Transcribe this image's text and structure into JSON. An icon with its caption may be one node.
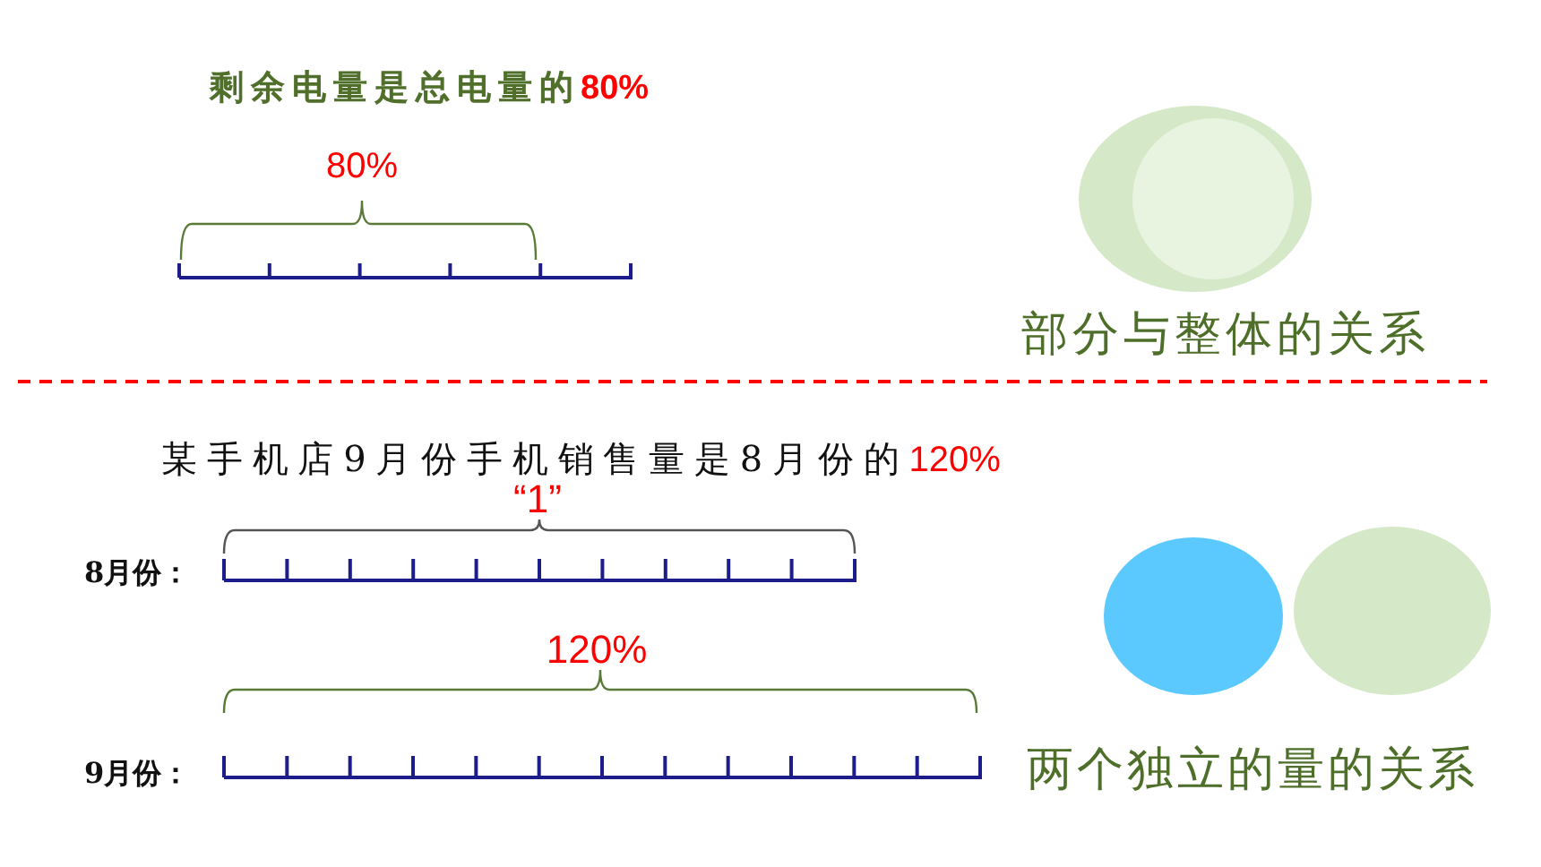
{
  "diagram": {
    "labels": [
      "剩余电量是总电量的**80%**",
      "80%",
      "部分与整体的关系",
      "某手机店9月份手机销售量是8月份的**120%**",
      "“1”",
      "8月份：",
      "120%",
      "9月份：",
      "两个独立的量的关系"
    ]
  }
}
